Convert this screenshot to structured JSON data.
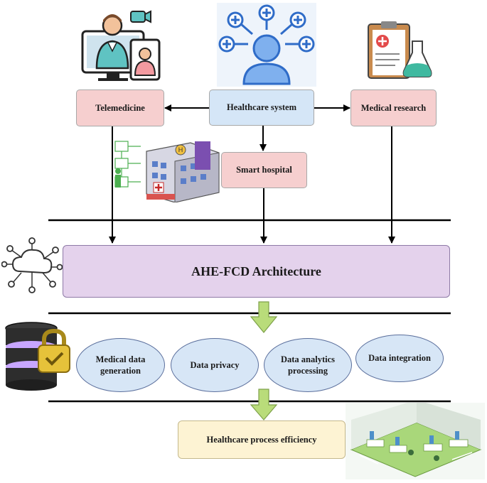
{
  "top_nodes": {
    "telemedicine": "Telemedicine",
    "healthcare_system": "Healthcare system",
    "medical_research": "Medical research",
    "smart_hospital": "Smart hospital"
  },
  "architecture": {
    "title": "AHE-FCD Architecture"
  },
  "components": [
    {
      "label": "Medical data generation"
    },
    {
      "label": "Data privacy"
    },
    {
      "label": "Data analytics processing"
    },
    {
      "label": "Data integration"
    }
  ],
  "outcome": {
    "label": "Healthcare process efficiency"
  },
  "colors": {
    "pink": "#f6cfcf",
    "blue": "#d5e6f7",
    "purple": "#e4d2ec",
    "oval": "#d7e6f6",
    "cream": "#fdf3d3",
    "green_arrow": "#b9dc7a"
  },
  "icons": [
    "doctor-video-call-icon",
    "healthcare-network-person-icon",
    "clipboard-flask-icon",
    "hospital-building-icon",
    "network-cloud-icon",
    "database-lock-icon",
    "ward-room-icon"
  ]
}
